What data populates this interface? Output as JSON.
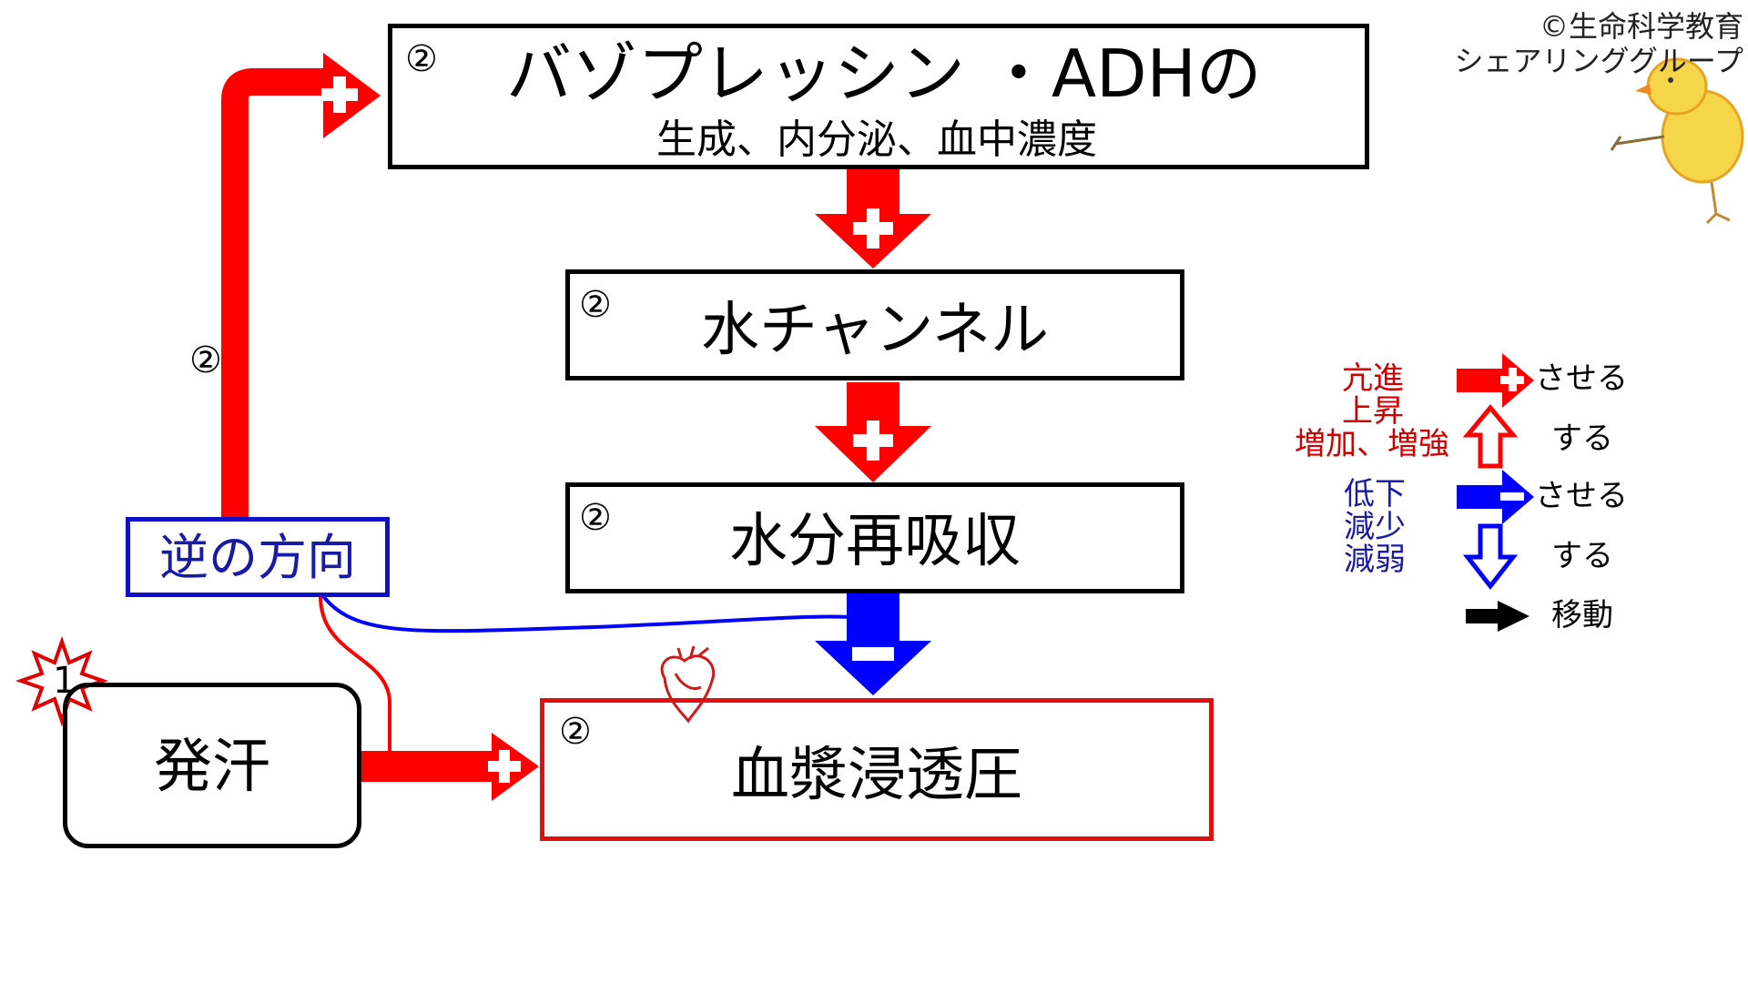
{
  "credit": {
    "line1": "©生命科学教育",
    "line2": "シェアリンググループ"
  },
  "nodes": {
    "adh": {
      "number": "②",
      "title": "バゾプレッシン ・ADHの",
      "subtitle": "生成、内分泌、血中濃度"
    },
    "water_channel": {
      "number": "②",
      "label": "水チャンネル"
    },
    "reabsorption": {
      "number": "②",
      "label": "水分再吸収"
    },
    "plasma_osmotic": {
      "number": "②",
      "label": "血漿浸透圧"
    },
    "sweating": {
      "label": "発汗",
      "badge": "1"
    },
    "reverse": {
      "label": "逆の方向"
    }
  },
  "side_number": "②",
  "legend": {
    "promote_terms": [
      "亢進",
      "上昇",
      "増加、増強"
    ],
    "promote_arrow_label": "させる",
    "promote_up_label": "する",
    "reduce_terms": [
      "低下",
      "減少",
      "減弱"
    ],
    "reduce_arrow_label": "させる",
    "reduce_down_label": "する",
    "move_label": "移動"
  },
  "colors": {
    "red": "#ff0000",
    "blue": "#0000ff",
    "box_red": "#e01010",
    "text_red": "#d00000",
    "text_blue": "#1a1aa6"
  },
  "icons": [
    "plus-icon",
    "minus-icon",
    "heart-icon",
    "chick-icon",
    "starburst-icon"
  ]
}
